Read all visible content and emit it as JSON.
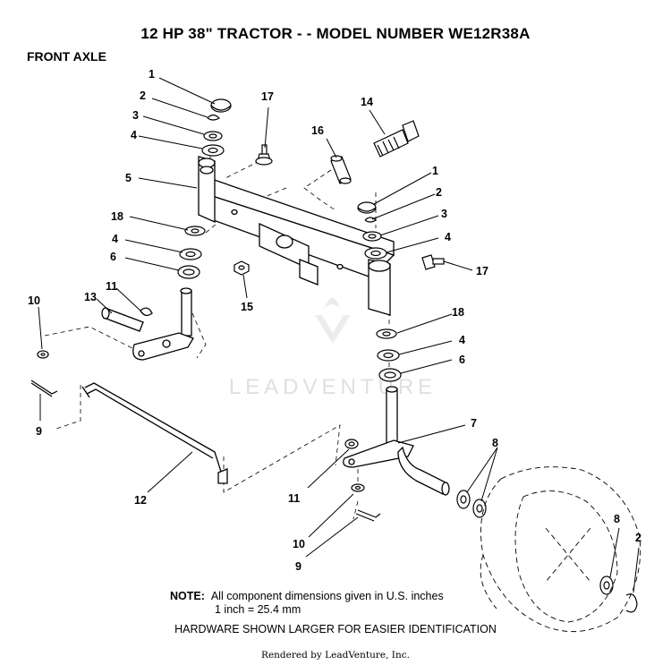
{
  "title": "12 HP 38\" TRACTOR - - MODEL NUMBER WE12R38A",
  "section": "FRONT AXLE",
  "note_label": "NOTE:",
  "note_line1": "All component dimensions given in U.S. inches",
  "note_line2": "1 inch = 25.4 mm",
  "hardware_note": "HARDWARE SHOWN LARGER FOR EASIER IDENTIFICATION",
  "credit": "Rendered by LeadVenture, Inc.",
  "watermark": "LEADVENTURE",
  "callouts": [
    "1",
    "2",
    "3",
    "4",
    "5",
    "18",
    "4",
    "6",
    "17",
    "16",
    "14",
    "1",
    "2",
    "3",
    "4",
    "17",
    "15",
    "10",
    "13",
    "11",
    "18",
    "4",
    "6",
    "9",
    "7",
    "8",
    "12",
    "11",
    "10",
    "9",
    "8",
    "2"
  ]
}
